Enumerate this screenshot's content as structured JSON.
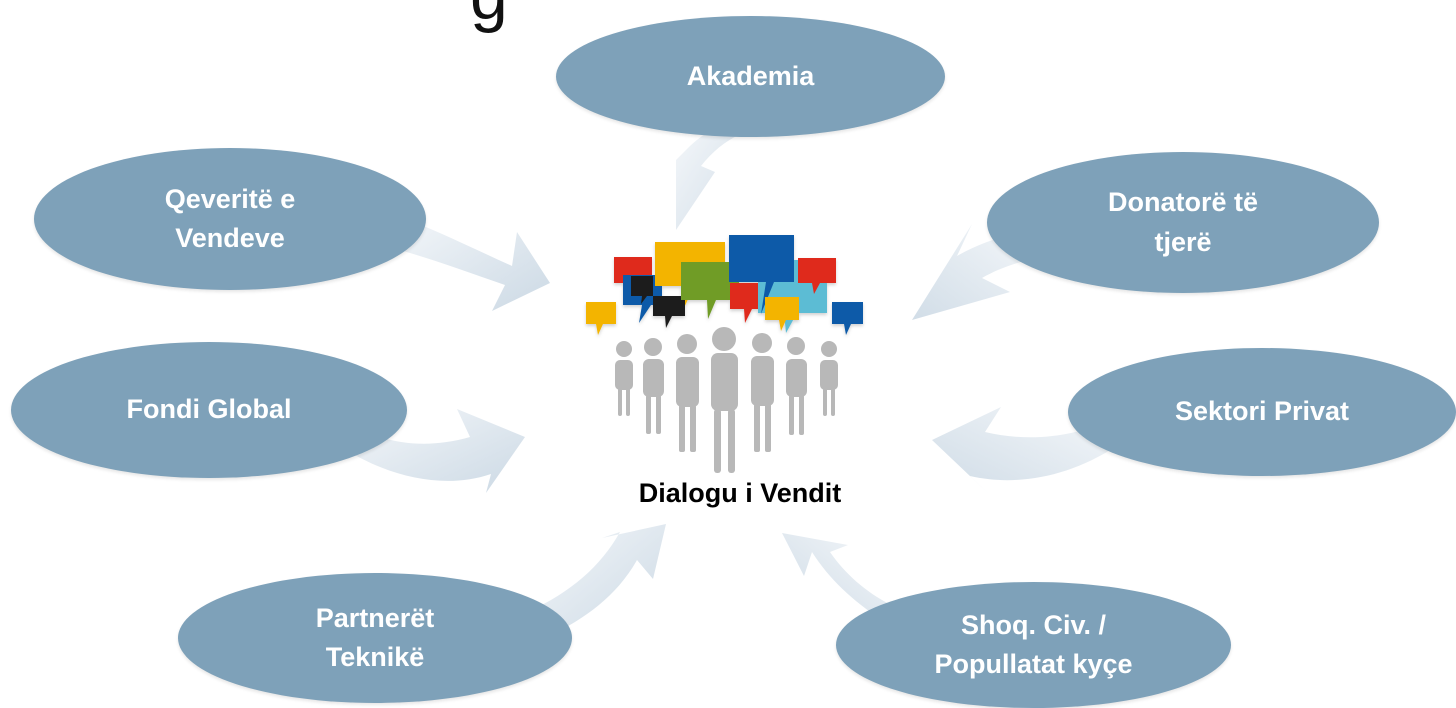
{
  "title_fragment": "g",
  "center": {
    "label": "Dialogu i Vendit"
  },
  "nodes": {
    "akademia": "Akademia",
    "qeverite": "Qeveritë e\nVendeve",
    "donatore": "Donatorë të\ntjerë",
    "fondi": "Fondi Global",
    "sektori": "Sektori Privat",
    "partneret": "Partnerët\nTeknikë",
    "shoqeri": "Shoq. Civ. /\nPopullatat kyçe"
  },
  "colors": {
    "node_fill": "#7ea1b9",
    "node_text": "#ffffff",
    "arrow_fill": "#d3dee8",
    "speech_colors": [
      "#f3b400",
      "#df2a1f",
      "#0b5aa8",
      "#6f9c26",
      "#5cbcd4",
      "#1f1f1f"
    ],
    "people": "#b8b8b8"
  }
}
